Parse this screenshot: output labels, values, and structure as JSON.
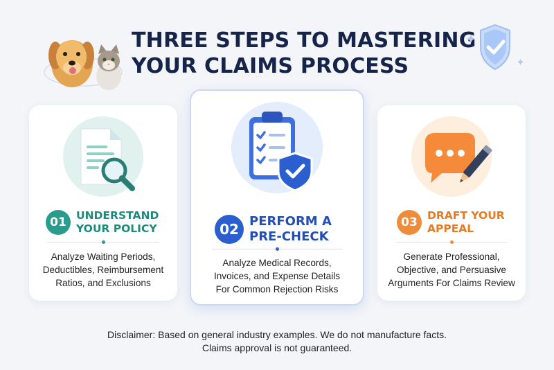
{
  "header": {
    "title_line1": "THREE STEPS TO MASTERING",
    "title_line2": "YOUR CLAIMS PROCESS"
  },
  "steps": [
    {
      "number": "01",
      "title_line1": "UNDERSTAND",
      "title_line2": "YOUR POLICY",
      "desc_lines": [
        "Analyze Waiting Periods,",
        "Deductibles, Reimbursement",
        "Ratios, and Exclusions"
      ],
      "icon": "document-magnifier-icon",
      "accent": "#2a9b8c"
    },
    {
      "number": "02",
      "title_line1": "PERFORM A",
      "title_line2": "PRE-CHECK",
      "desc_lines": [
        "Analyze Medical Records,",
        "Invoices, and Expense Details",
        "For Common Rejection Risks"
      ],
      "icon": "clipboard-shield-icon",
      "accent": "#2b5fd0"
    },
    {
      "number": "03",
      "title_line1": "DRAFT YOUR",
      "title_line2": "APPEAL",
      "desc_lines": [
        "Generate Professional,",
        "Objective, and Persuasive",
        "Arguments For Claims Review"
      ],
      "icon": "chat-pen-icon",
      "accent": "#ee8c3a"
    }
  ],
  "disclaimer": {
    "line1": "Disclaimer: Based on general industry examples. We do not manufacture facts.",
    "line2": "Claims approval is not guaranteed."
  }
}
